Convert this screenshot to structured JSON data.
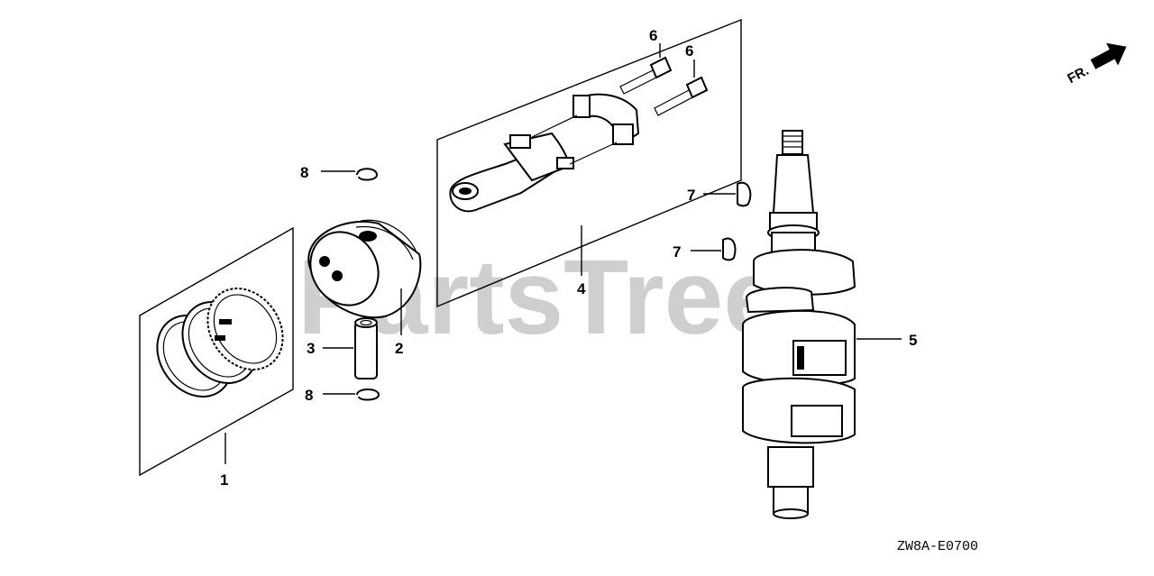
{
  "watermark": "PartsTree",
  "drawing_code": "ZW8A-E0700",
  "direction_indicator": "FR.",
  "callouts": {
    "piston_rings": "1",
    "piston": "2",
    "piston_pin": "3",
    "connecting_rod": "4",
    "crankshaft": "5",
    "rod_bolt_a": "6",
    "rod_bolt_b": "6",
    "woodruff_key_a": "7",
    "woodruff_key_b": "7",
    "pin_clip_top": "8",
    "pin_clip_bottom": "8"
  }
}
